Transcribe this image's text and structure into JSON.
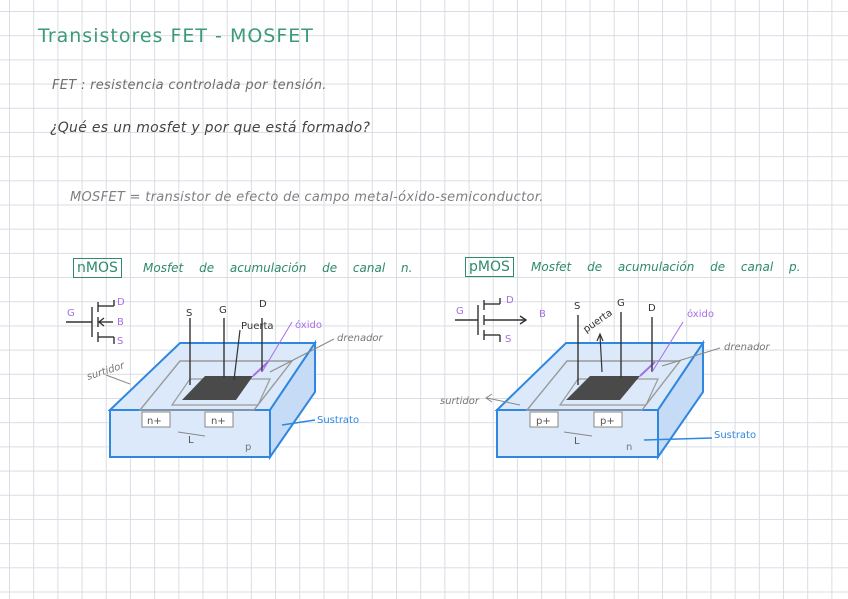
{
  "title": "Transistores FET - MOSFET",
  "line1": "FET : resistencia controlada por tensión.",
  "question": "¿Qué es un mosfet y por que está formado?",
  "definition": "MOSFET = transistor de efecto de campo metal-óxido-semiconductor.",
  "left": {
    "badge": "nMOS",
    "heading": "Mosfet de acumulación de canal n.",
    "symbol": {
      "g": "G",
      "d": "D",
      "b": "B",
      "s": "S"
    },
    "terminals": {
      "s": "S",
      "g": "G",
      "d": "D"
    },
    "labels": {
      "puerta": "Puerta",
      "oxido": "óxido",
      "drenador": "drenador",
      "surtidor": "surtidor",
      "sustrato": "Sustrato",
      "length": "L",
      "region_left": "n+",
      "region_right": "n+",
      "body": "p"
    }
  },
  "right": {
    "badge": "pMOS",
    "heading": "Mosfet de acumulación de canal p.",
    "symbol": {
      "g": "G",
      "d": "D",
      "b": "B",
      "s": "S"
    },
    "terminals": {
      "s": "S",
      "g": "G",
      "d": "D"
    },
    "labels": {
      "puerta": "puerta",
      "oxido": "óxido",
      "drenador": "drenador",
      "surtidor": "surtidor",
      "sustrato": "Sustrato",
      "length": "L",
      "region_left": "p+",
      "region_right": "p+",
      "body": "n"
    }
  },
  "colors": {
    "title": "#3c9a7a",
    "accent_green": "#2e8a6a",
    "blue": "#2f87e0",
    "purple": "#a56ee8",
    "gate": "#4a4a4a",
    "substrate_fill": "#dbe9fb"
  }
}
